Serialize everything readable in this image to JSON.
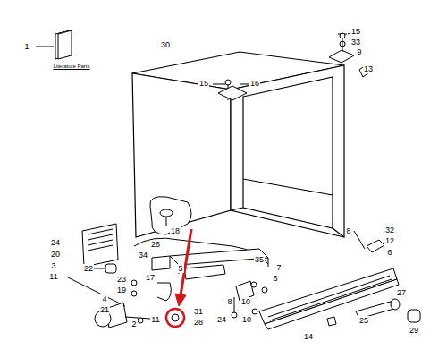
{
  "diagram": {
    "labels": [
      "1",
      "Literature Parts",
      "30",
      "15",
      "33",
      "9",
      "13",
      "15",
      "16",
      "18",
      "8",
      "32",
      "12",
      "6",
      "24",
      "20",
      "3",
      "26",
      "34",
      "35",
      "5",
      "22",
      "7",
      "17",
      "23",
      "6",
      "19",
      "11",
      "8",
      "10",
      "4",
      "21",
      "24",
      "10",
      "11",
      "2",
      "31",
      "28",
      "14",
      "25",
      "27",
      "29"
    ]
  }
}
